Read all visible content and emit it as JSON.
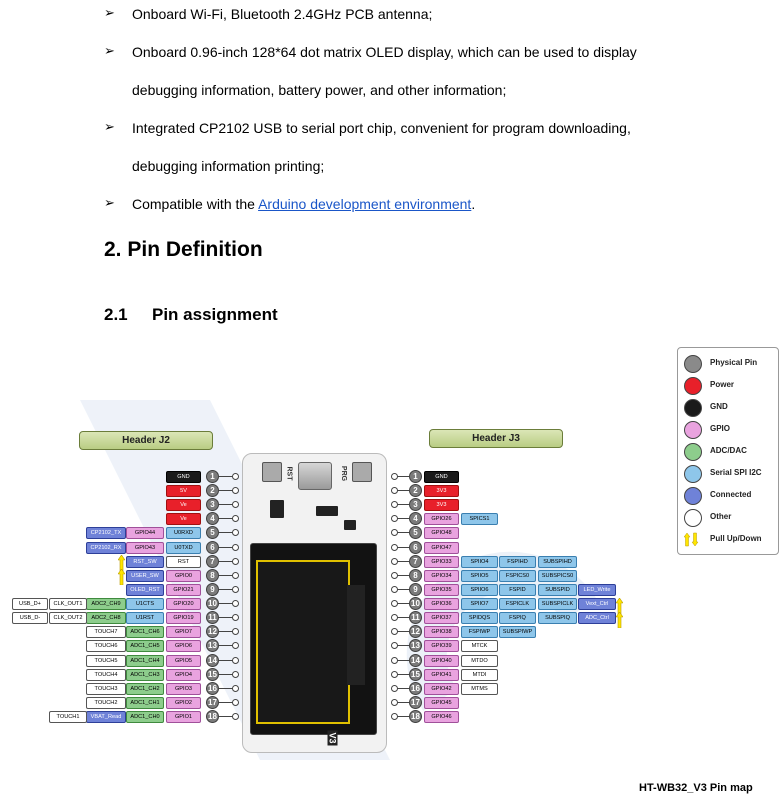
{
  "bullets": [
    {
      "lines": [
        "Onboard Wi-Fi, Bluetooth 2.4GHz PCB antenna;"
      ]
    },
    {
      "lines": [
        "Onboard 0.96-inch 128*64 dot matrix OLED display, which can be used to display",
        "debugging information, battery power, and other information;"
      ]
    },
    {
      "lines": [
        "Integrated CP2102 USB to serial port chip, convenient for program downloading,",
        "debugging information printing;"
      ]
    },
    {
      "lines": [
        "Compatible with the "
      ],
      "link": "Arduino development environment",
      "after": "."
    }
  ],
  "bullet_glyph": "➢",
  "section_title": "2. Pin Definition",
  "subsection_number": "2.1",
  "subsection_title": "Pin assignment",
  "header_j2": "Header J2",
  "header_j3": "Header J3",
  "legend": [
    {
      "label": "Physical Pin",
      "color": "#8a8a8a"
    },
    {
      "label": "Power",
      "color": "#e8202a"
    },
    {
      "label": "GND",
      "color": "#1a1a1a"
    },
    {
      "label": "GPIO",
      "color": "#e9a3df"
    },
    {
      "label": "ADC/DAC",
      "color": "#8dcd8c"
    },
    {
      "label": "Serial SPI I2C",
      "color": "#8ec6ea"
    },
    {
      "label": "Connected",
      "color": "#6f82d8"
    },
    {
      "label": "Other",
      "color": "#ffffff"
    },
    {
      "label": "Pull Up/Down",
      "color": "#ffe600"
    }
  ],
  "left_pins": [
    {
      "n": "1",
      "tags": [
        {
          "t": "GND",
          "c": "gn"
        }
      ]
    },
    {
      "n": "2",
      "tags": [
        {
          "t": "5V",
          "c": "pw"
        }
      ]
    },
    {
      "n": "3",
      "tags": [
        {
          "t": "Ve",
          "c": "pw"
        }
      ]
    },
    {
      "n": "4",
      "tags": [
        {
          "t": "Ve",
          "c": "pw"
        }
      ]
    },
    {
      "n": "5",
      "tags": [
        {
          "t": "U0RXD",
          "c": "se"
        },
        {
          "t": "GPIO44",
          "c": "gp"
        },
        {
          "t": "CP2102_TX",
          "c": "cn"
        }
      ]
    },
    {
      "n": "6",
      "tags": [
        {
          "t": "U0TXD",
          "c": "se"
        },
        {
          "t": "GPIO43",
          "c": "gp"
        },
        {
          "t": "CP2102_RX",
          "c": "cn"
        }
      ]
    },
    {
      "n": "7",
      "tags": [
        {
          "t": "RST",
          "c": "ot"
        },
        {
          "t": "RST_SW",
          "c": "cn"
        }
      ]
    },
    {
      "n": "8",
      "tags": [
        {
          "t": "GPIO0",
          "c": "gp"
        },
        {
          "t": "USER_SW",
          "c": "cn"
        }
      ]
    },
    {
      "n": "9",
      "tags": [
        {
          "t": "GPIO21",
          "c": "gp"
        },
        {
          "t": "OLED_RST",
          "c": "cn"
        }
      ]
    },
    {
      "n": "10",
      "tags": [
        {
          "t": "GPIO20",
          "c": "gp"
        },
        {
          "t": "U1CTS",
          "c": "se"
        },
        {
          "t": "ADC2_CH9",
          "c": "ad"
        },
        {
          "t": "CLK_OUT1",
          "c": "ot"
        },
        {
          "t": "USB_D+",
          "c": "ot"
        }
      ]
    },
    {
      "n": "11",
      "tags": [
        {
          "t": "GPIO19",
          "c": "gp"
        },
        {
          "t": "U1RST",
          "c": "se"
        },
        {
          "t": "ADC2_CH8",
          "c": "ad"
        },
        {
          "t": "CLK_OUT2",
          "c": "ot"
        },
        {
          "t": "USB_D-",
          "c": "ot"
        }
      ]
    },
    {
      "n": "12",
      "tags": [
        {
          "t": "GPIO7",
          "c": "gp"
        },
        {
          "t": "ADC1_CH6",
          "c": "ad"
        },
        {
          "t": "TOUCH7",
          "c": "ot"
        }
      ]
    },
    {
      "n": "13",
      "tags": [
        {
          "t": "GPIO6",
          "c": "gp"
        },
        {
          "t": "ADC1_CH5",
          "c": "ad"
        },
        {
          "t": "TOUCH6",
          "c": "ot"
        }
      ]
    },
    {
      "n": "14",
      "tags": [
        {
          "t": "GPIO5",
          "c": "gp"
        },
        {
          "t": "ADC1_CH4",
          "c": "ad"
        },
        {
          "t": "TOUCH5",
          "c": "ot"
        }
      ]
    },
    {
      "n": "15",
      "tags": [
        {
          "t": "GPIO4",
          "c": "gp"
        },
        {
          "t": "ADC1_CH3",
          "c": "ad"
        },
        {
          "t": "TOUCH4",
          "c": "ot"
        }
      ]
    },
    {
      "n": "16",
      "tags": [
        {
          "t": "GPIO3",
          "c": "gp"
        },
        {
          "t": "ADC1_CH2",
          "c": "ad"
        },
        {
          "t": "TOUCH3",
          "c": "ot"
        }
      ]
    },
    {
      "n": "17",
      "tags": [
        {
          "t": "GPIO2",
          "c": "gp"
        },
        {
          "t": "ADC1_CH1",
          "c": "ad"
        },
        {
          "t": "TOUCH2",
          "c": "ot"
        }
      ]
    },
    {
      "n": "18",
      "tags": [
        {
          "t": "GPIO1",
          "c": "gp"
        },
        {
          "t": "ADC1_CH0",
          "c": "ad"
        },
        {
          "t": "VBAT_Read",
          "c": "cn"
        },
        {
          "t": "TOUCH1",
          "c": "ot"
        }
      ]
    }
  ],
  "right_pins": [
    {
      "n": "1",
      "tags": [
        {
          "t": "GND",
          "c": "gn"
        }
      ]
    },
    {
      "n": "2",
      "tags": [
        {
          "t": "3V3",
          "c": "pw"
        }
      ]
    },
    {
      "n": "3",
      "tags": [
        {
          "t": "3V3",
          "c": "pw"
        }
      ]
    },
    {
      "n": "4",
      "tags": [
        {
          "t": "GPIO26",
          "c": "gp"
        },
        {
          "t": "SPICS1",
          "c": "se"
        }
      ]
    },
    {
      "n": "5",
      "tags": [
        {
          "t": "GPIO48",
          "c": "gp"
        }
      ]
    },
    {
      "n": "6",
      "tags": [
        {
          "t": "GPIO47",
          "c": "gp"
        }
      ]
    },
    {
      "n": "7",
      "tags": [
        {
          "t": "GPIO33",
          "c": "gp"
        },
        {
          "t": "SPIIO4",
          "c": "se"
        },
        {
          "t": "FSPIHD",
          "c": "se"
        },
        {
          "t": "SUBSPIHD",
          "c": "se"
        }
      ]
    },
    {
      "n": "8",
      "tags": [
        {
          "t": "GPIO34",
          "c": "gp"
        },
        {
          "t": "SPIIO5",
          "c": "se"
        },
        {
          "t": "FSPICS0",
          "c": "se"
        },
        {
          "t": "SUBSPICS0",
          "c": "se"
        }
      ]
    },
    {
      "n": "9",
      "tags": [
        {
          "t": "GPIO35",
          "c": "gp"
        },
        {
          "t": "SPIIO6",
          "c": "se"
        },
        {
          "t": "FSPID",
          "c": "se"
        },
        {
          "t": "SUBSPID",
          "c": "se"
        },
        {
          "t": "LED_Write",
          "c": "cn"
        }
      ]
    },
    {
      "n": "10",
      "tags": [
        {
          "t": "GPIO36",
          "c": "gp"
        },
        {
          "t": "SPIIO7",
          "c": "se"
        },
        {
          "t": "FSPICLK",
          "c": "se"
        },
        {
          "t": "SUBSPICLK",
          "c": "se"
        },
        {
          "t": "Vext_Ctrl",
          "c": "cn"
        }
      ]
    },
    {
      "n": "11",
      "tags": [
        {
          "t": "GPIO37",
          "c": "gp"
        },
        {
          "t": "SPIDQS",
          "c": "se"
        },
        {
          "t": "FSPIQ",
          "c": "se"
        },
        {
          "t": "SUBSPIQ",
          "c": "se"
        },
        {
          "t": "ADC_Ctrl",
          "c": "cn"
        }
      ]
    },
    {
      "n": "12",
      "tags": [
        {
          "t": "GPIO38",
          "c": "gp"
        },
        {
          "t": "FSPIWP",
          "c": "se"
        },
        {
          "t": "SUBSPIWP",
          "c": "se"
        }
      ]
    },
    {
      "n": "13",
      "tags": [
        {
          "t": "GPIO39",
          "c": "gp"
        },
        {
          "t": "MTCK",
          "c": "ot"
        }
      ]
    },
    {
      "n": "14",
      "tags": [
        {
          "t": "GPIO40",
          "c": "gp"
        },
        {
          "t": "MTDO",
          "c": "ot"
        }
      ]
    },
    {
      "n": "15",
      "tags": [
        {
          "t": "GPIO41",
          "c": "gp"
        },
        {
          "t": "MTDI",
          "c": "ot"
        }
      ]
    },
    {
      "n": "16",
      "tags": [
        {
          "t": "GPIO42",
          "c": "gp"
        },
        {
          "t": "MTMS",
          "c": "ot"
        }
      ]
    },
    {
      "n": "17",
      "tags": [
        {
          "t": "GPIO45",
          "c": "gp"
        }
      ]
    },
    {
      "n": "18",
      "tags": [
        {
          "t": "GPIO46",
          "c": "gp"
        }
      ]
    }
  ],
  "board_silkscreen": {
    "rst": "RST",
    "prg": "PRG",
    "version": "V3"
  },
  "caption": "HT-WB32_V3 Pin map"
}
